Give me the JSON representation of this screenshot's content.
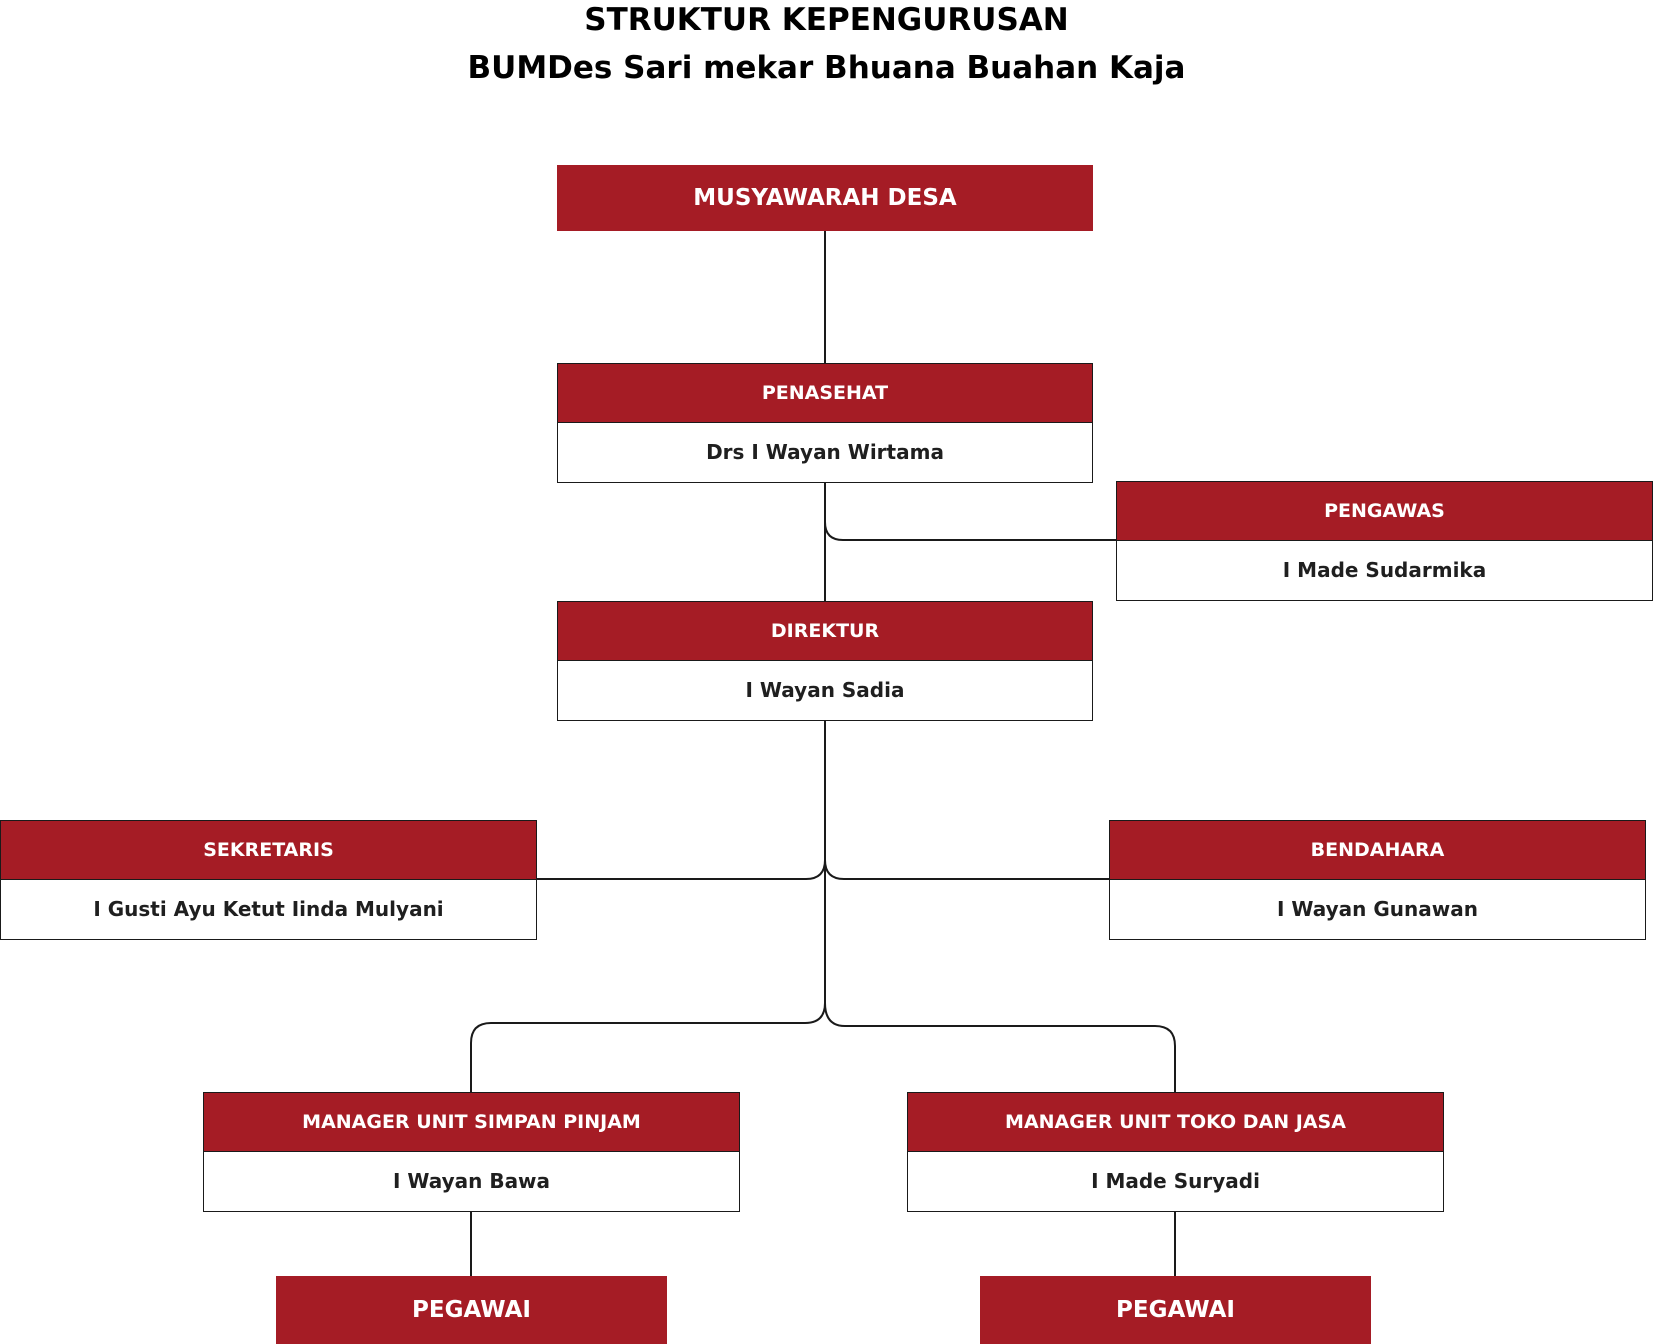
{
  "title": {
    "line1": "STRUKTUR KEPENGURUSAN",
    "line2": "BUMDes Sari mekar Bhuana  Buahan Kaja"
  },
  "colors": {
    "header_red": "#a51c25",
    "connector": "#1a1a1a"
  },
  "nodes": {
    "musyawarah": {
      "label": "MUSYAWARAH DESA"
    },
    "penasehat": {
      "role": "PENASEHAT",
      "name": "Drs I Wayan Wirtama"
    },
    "pengawas": {
      "role": "PENGAWAS",
      "name": "I Made Sudarmika"
    },
    "direktur": {
      "role": "DIREKTUR",
      "name": "I Wayan Sadia"
    },
    "sekretaris": {
      "role": "SEKRETARIS",
      "name": "I Gusti Ayu Ketut Iinda Mulyani"
    },
    "bendahara": {
      "role": "BENDAHARA",
      "name": "I Wayan Gunawan"
    },
    "manager_simpan_pinjam": {
      "role": "MANAGER UNIT SIMPAN PINJAM",
      "name": "I Wayan Bawa"
    },
    "manager_toko_jasa": {
      "role": "MANAGER UNIT TOKO DAN JASA",
      "name": "I Made Suryadi"
    },
    "pegawai_1": {
      "label": "PEGAWAI"
    },
    "pegawai_2": {
      "label": "PEGAWAI"
    }
  },
  "edges": [
    [
      "musyawarah",
      "penasehat"
    ],
    [
      "penasehat",
      "direktur"
    ],
    [
      "penasehat",
      "pengawas"
    ],
    [
      "direktur",
      "sekretaris"
    ],
    [
      "direktur",
      "bendahara"
    ],
    [
      "direktur",
      "manager_simpan_pinjam"
    ],
    [
      "direktur",
      "manager_toko_jasa"
    ],
    [
      "manager_simpan_pinjam",
      "pegawai_1"
    ],
    [
      "manager_toko_jasa",
      "pegawai_2"
    ]
  ]
}
